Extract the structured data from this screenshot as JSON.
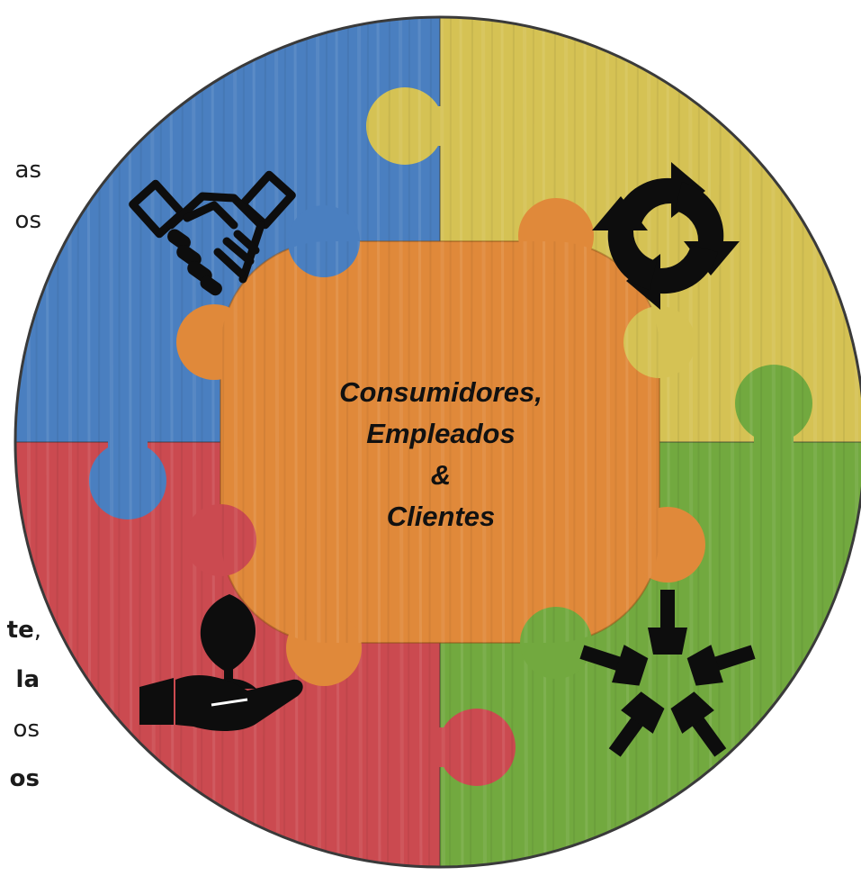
{
  "left_text": {
    "line1": "as",
    "line2": "os",
    "line3": "te",
    "line3_comma": ",",
    "line4": "la",
    "line5": "os",
    "line6": "os"
  },
  "center": {
    "line1": "Consumidores,",
    "line2": "Empleados",
    "line3": "&",
    "line4": "Clientes"
  },
  "colors": {
    "blue": "#4a7fc0",
    "yellow": "#d5c254",
    "red": "#cb4a50",
    "green": "#72a93f",
    "orange": "#e0893a",
    "icon": "#0d0d0d"
  },
  "icons": {
    "top_left": "handshake-icon",
    "top_right": "recycle-arrows-icon",
    "bottom_left": "plant-in-hand-icon",
    "bottom_right": "hands-together-icon"
  }
}
